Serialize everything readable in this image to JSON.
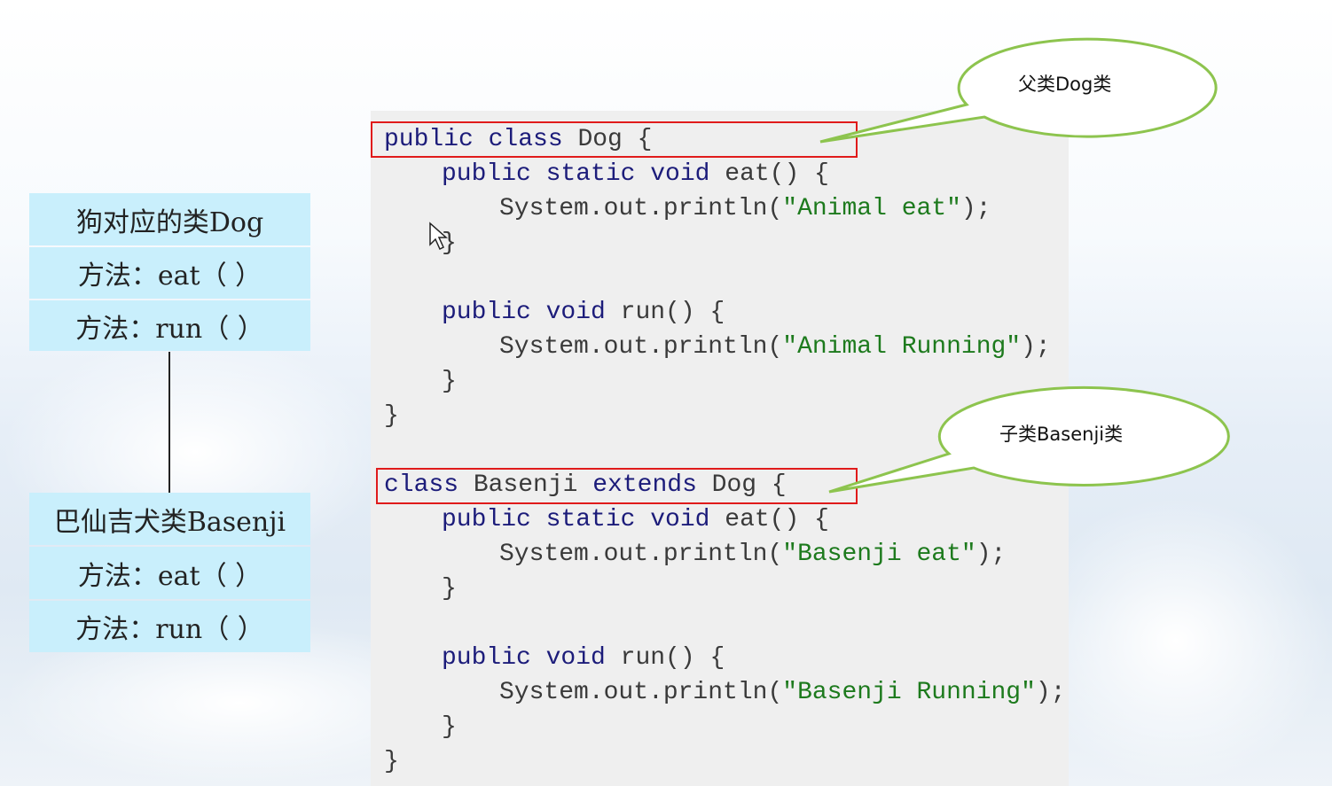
{
  "diagram": {
    "parent_class": {
      "title": "狗对应的类Dog",
      "methods": [
        "方法：eat（ ）",
        "方法：run（ ）"
      ]
    },
    "child_class": {
      "title": "巴仙吉犬类Basenji",
      "methods": [
        "方法：eat（ ）",
        "方法：run（ ）"
      ]
    }
  },
  "callouts": {
    "parent": "父类Dog类",
    "child": "子类Basenji类"
  },
  "colors": {
    "keyword": "#1c1c7a",
    "string": "#1d7a1d",
    "highlight": "#e01b1b",
    "callout_border": "#8dc44e",
    "uml_fill": "#c9effc"
  },
  "code": [
    {
      "indent": 0,
      "tokens": [
        [
          "kw",
          "public class "
        ],
        [
          "plain",
          "Dog {"
        ]
      ]
    },
    {
      "indent": 1,
      "tokens": [
        [
          "kw",
          "public static void "
        ],
        [
          "plain",
          "eat() {"
        ]
      ]
    },
    {
      "indent": 2,
      "tokens": [
        [
          "plain",
          "System.out.println("
        ],
        [
          "str",
          "\"Animal eat\""
        ],
        [
          "plain",
          ");"
        ]
      ]
    },
    {
      "indent": 1,
      "tokens": [
        [
          "plain",
          "}"
        ]
      ]
    },
    {
      "indent": 0,
      "tokens": []
    },
    {
      "indent": 1,
      "tokens": [
        [
          "kw",
          "public void "
        ],
        [
          "plain",
          "run() {"
        ]
      ]
    },
    {
      "indent": 2,
      "tokens": [
        [
          "plain",
          "System.out.println("
        ],
        [
          "str",
          "\"Animal Running\""
        ],
        [
          "plain",
          ");"
        ]
      ]
    },
    {
      "indent": 1,
      "tokens": [
        [
          "plain",
          "}"
        ]
      ]
    },
    {
      "indent": 0,
      "tokens": [
        [
          "plain",
          "}"
        ]
      ]
    },
    {
      "indent": 0,
      "tokens": []
    },
    {
      "indent": 0,
      "tokens": [
        [
          "kw",
          "class "
        ],
        [
          "plain",
          "Basenji "
        ],
        [
          "kw",
          "extends "
        ],
        [
          "plain",
          "Dog {"
        ]
      ]
    },
    {
      "indent": 1,
      "tokens": [
        [
          "kw",
          "public static void "
        ],
        [
          "plain",
          "eat() {"
        ]
      ]
    },
    {
      "indent": 2,
      "tokens": [
        [
          "plain",
          "System.out.println("
        ],
        [
          "str",
          "\"Basenji eat\""
        ],
        [
          "plain",
          ");"
        ]
      ]
    },
    {
      "indent": 1,
      "tokens": [
        [
          "plain",
          "}"
        ]
      ]
    },
    {
      "indent": 0,
      "tokens": []
    },
    {
      "indent": 1,
      "tokens": [
        [
          "kw",
          "public void "
        ],
        [
          "plain",
          "run() {"
        ]
      ]
    },
    {
      "indent": 2,
      "tokens": [
        [
          "plain",
          "System.out.println("
        ],
        [
          "str",
          "\"Basenji Running\""
        ],
        [
          "plain",
          ");"
        ]
      ]
    },
    {
      "indent": 1,
      "tokens": [
        [
          "plain",
          "}"
        ]
      ]
    },
    {
      "indent": 0,
      "tokens": [
        [
          "plain",
          "}"
        ]
      ]
    }
  ]
}
